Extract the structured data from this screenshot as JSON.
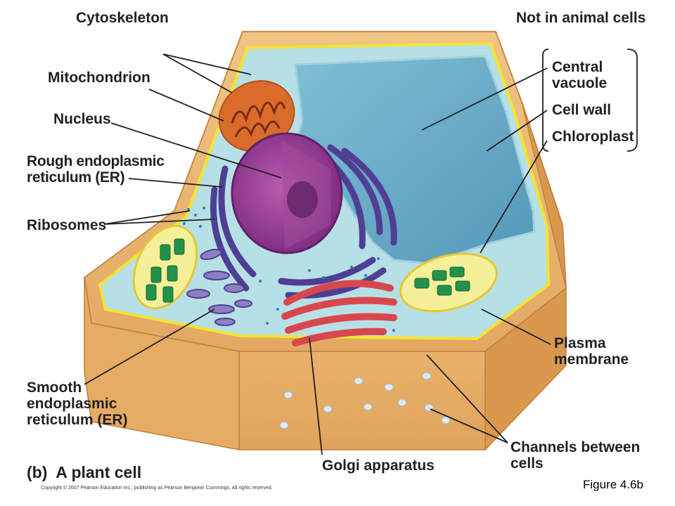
{
  "labels": {
    "cytoskeleton": "Cytoskeleton",
    "mitochondrion": "Mitochondrion",
    "nucleus": "Nucleus",
    "rough_er": "Rough endoplasmic\nreticulum (ER)",
    "ribosomes": "Ribosomes",
    "smooth_er": "Smooth\nendoplasmic\nreticulum (ER)",
    "golgi": "Golgi apparatus",
    "channels": "Channels between\ncells",
    "plasma_membrane": "Plasma\nmembrane",
    "not_in_animal": "Not in animal cells",
    "central_vacuole": "Central\nvacuole",
    "cell_wall": "Cell wall",
    "chloroplast": "Chloroplast"
  },
  "panel_title": "(b)  A plant cell",
  "copyright": "Copyright © 2007 Pearson Education Inc., publishing as Pearson Benjamin Cummings. All rights reserved.",
  "figure_caption": "Figure 4.6b",
  "colors": {
    "cell_wall": "#e8b56f",
    "cell_wall_dark": "#d99a52",
    "cytoplasm": "#a9d8e0",
    "vacuole": "#6aabc9",
    "nucleus": "#9b3e96",
    "er": "#4b3d8f",
    "mitochondrion": "#d0692a",
    "chloroplast": "#2e9b55",
    "golgi": "#d9474e",
    "plasma_membrane": "#f5e93a"
  }
}
